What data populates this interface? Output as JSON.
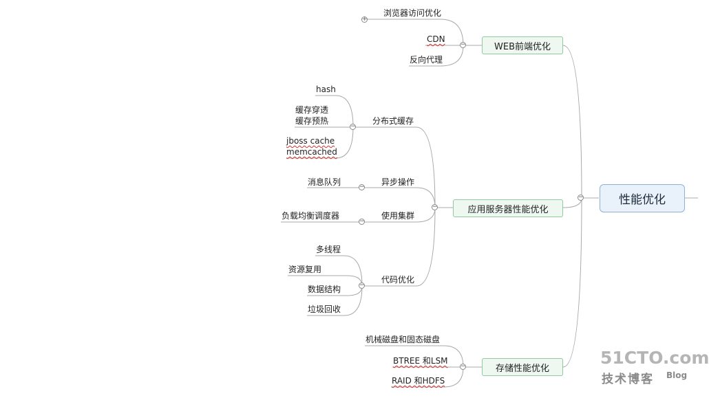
{
  "root": {
    "label": "性能优化"
  },
  "branches": {
    "web": {
      "label": "WEB前端优化",
      "children": [
        "浏览器访问优化",
        "CDN",
        "反向代理"
      ]
    },
    "app": {
      "label": "应用服务器性能优化",
      "cache": {
        "label": "分布式缓存",
        "children": [
          "hash",
          "缓存穿透",
          "缓存预热",
          "jboss cache",
          "memcached"
        ]
      },
      "async": {
        "label": "异步操作",
        "children": [
          "消息队列"
        ]
      },
      "cluster": {
        "label": "使用集群",
        "children": [
          "负载均衡调度器"
        ]
      },
      "code": {
        "label": "代码优化",
        "children": [
          "多线程",
          "资源复用",
          "数据结构",
          "垃圾回收"
        ]
      }
    },
    "storage": {
      "label": "存储性能优化",
      "children": [
        "机械磁盘和固态磁盘",
        "BTREE 和LSM",
        "RAID 和HDFS"
      ]
    }
  },
  "watermark": {
    "site": "51CTO.com",
    "sub": "技术博客",
    "blog": "Blog"
  },
  "colors": {
    "line": "#a8a8a8",
    "branch_fill": "#eef8f1",
    "branch_border": "#8ec9a0",
    "root_fill": "#e9f1fb",
    "root_border": "#8fb0d6"
  }
}
